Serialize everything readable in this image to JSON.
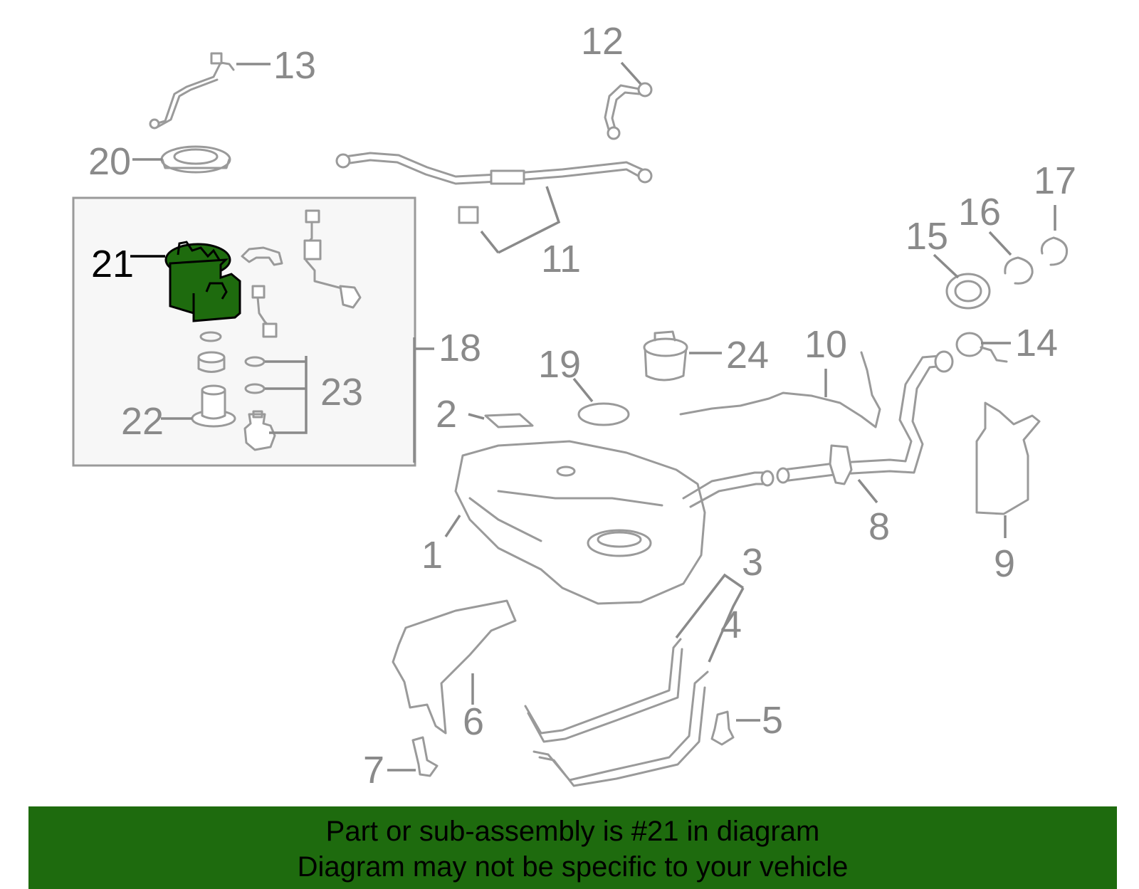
{
  "callouts": {
    "c1": "1",
    "c2": "2",
    "c3": "3",
    "c4": "4",
    "c5": "5",
    "c6": "6",
    "c7": "7",
    "c8": "8",
    "c9": "9",
    "c10": "10",
    "c11": "11",
    "c12": "12",
    "c13": "13",
    "c14": "14",
    "c15": "15",
    "c16": "16",
    "c17": "17",
    "c18": "18",
    "c19": "19",
    "c20": "20",
    "c21": "21",
    "c22": "22",
    "c23": "23",
    "c24": "24"
  },
  "highlight": {
    "part_number": "21",
    "color": "#1e6b0e"
  },
  "colors": {
    "line": "#9a9a9a",
    "footer_bg": "#1e6b0e",
    "subassembly_box_bg": "#f7f7f7"
  },
  "footer": {
    "line1": "Part or sub-assembly is #21 in diagram",
    "line2": "Diagram may not be specific to your vehicle"
  }
}
